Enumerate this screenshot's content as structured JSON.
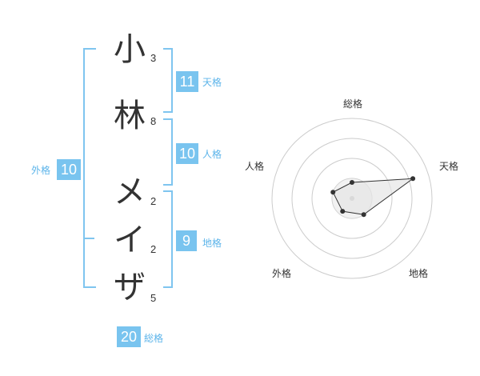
{
  "name": {
    "chars": [
      {
        "char": "小",
        "strokes": "3"
      },
      {
        "char": "林",
        "strokes": "8"
      },
      {
        "char": "メ",
        "strokes": "2"
      },
      {
        "char": "イ",
        "strokes": "2"
      },
      {
        "char": "ザ",
        "strokes": "5"
      }
    ]
  },
  "fortune": {
    "tenkaku": {
      "value": "11",
      "label": "天格"
    },
    "jinkaku": {
      "value": "10",
      "label": "人格"
    },
    "chikaku": {
      "value": "9",
      "label": "地格"
    },
    "gaikaku": {
      "value": "10",
      "label": "外格"
    },
    "soukaku": {
      "value": "20",
      "label": "総格"
    }
  },
  "colors": {
    "accent": "#79c4ef",
    "label": "#5cb4ea",
    "bracket": "#7fc5ef",
    "ring": "#cccccc",
    "fill": "#e6e6e6"
  },
  "chart_data": {
    "type": "radar",
    "axes": [
      "総格",
      "天格",
      "地格",
      "外格",
      "人格"
    ],
    "values": [
      0.2,
      0.8,
      0.25,
      0.2,
      0.25
    ],
    "rings": 4
  }
}
